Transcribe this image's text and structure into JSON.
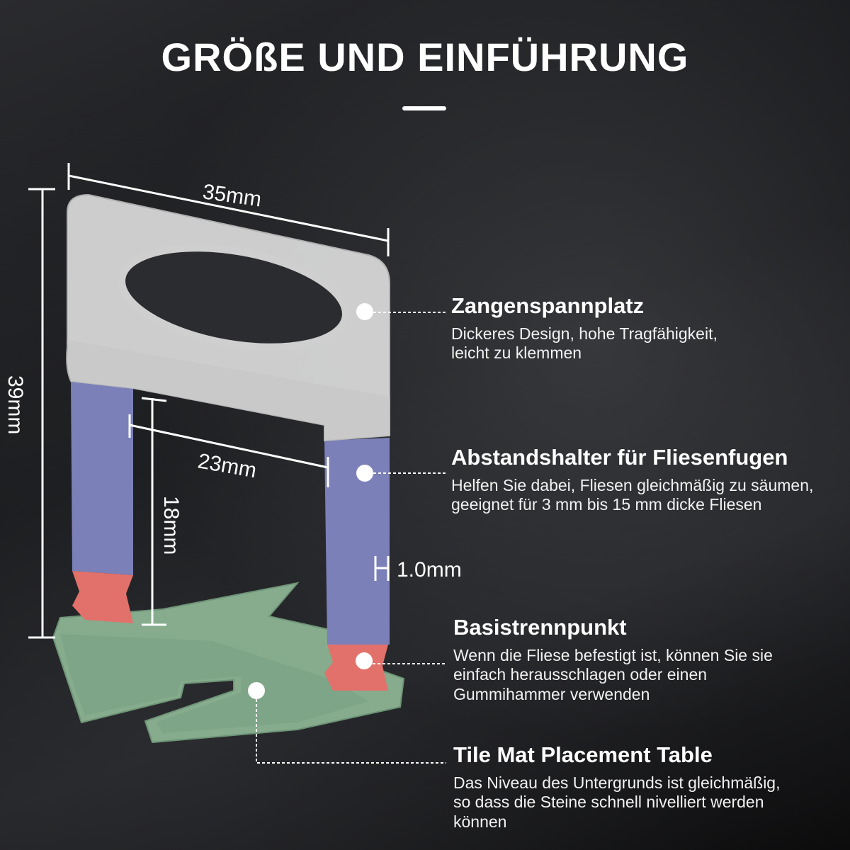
{
  "title": "GRÖßE UND EINFÜHRUNG",
  "dimensions": {
    "width_top": "35mm",
    "height_total": "39mm",
    "inner_width": "23mm",
    "inner_height": "18mm",
    "thickness": "1.0mm"
  },
  "callouts": [
    {
      "heading": "Zangenspannplatz",
      "text": [
        "Dickeres Design, hohe Tragfähigkeit,",
        "leicht zu klemmen"
      ]
    },
    {
      "heading": "Abstandshalter für Fliesenfugen",
      "text": [
        "Helfen Sie dabei, Fliesen gleichmäßig zu säumen,",
        "geeignet für 3 mm bis 15 mm dicke Fliesen"
      ]
    },
    {
      "heading": "Basistrennpunkt",
      "text": [
        "Wenn die Fliese befestigt ist, können Sie sie",
        "einfach herausschlagen oder einen",
        "Gummihammer verwenden"
      ]
    },
    {
      "heading": "Tile Mat Placement Table",
      "text": [
        "Das Niveau des Untergrunds ist gleichmäßig,",
        "so dass die Steine schnell nivelliert werden",
        "können"
      ]
    }
  ],
  "colors": {
    "top_plate": "#dcdcdc",
    "legs": "#7b80b8",
    "break_point": "#e2716b",
    "base": "#86ac8d"
  }
}
